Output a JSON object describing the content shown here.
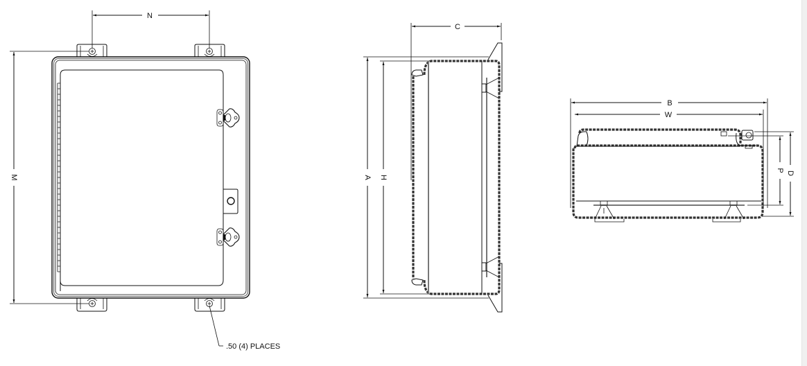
{
  "drawing": {
    "front_view": {
      "dim_horizontal": "N",
      "dim_vertical": "M",
      "callout": ".50 (4) PLACES"
    },
    "side_view": {
      "dim_depth": "C",
      "dim_overall_height": "A",
      "dim_body_height": "H"
    },
    "top_view": {
      "dim_overall_width": "B",
      "dim_body_width": "W",
      "dim_panel_depth": "P",
      "dim_overall_depth": "D"
    }
  },
  "colors": {
    "line": "#111111",
    "background": "#ffffff",
    "scroll_strip": "#f0f0f0"
  }
}
